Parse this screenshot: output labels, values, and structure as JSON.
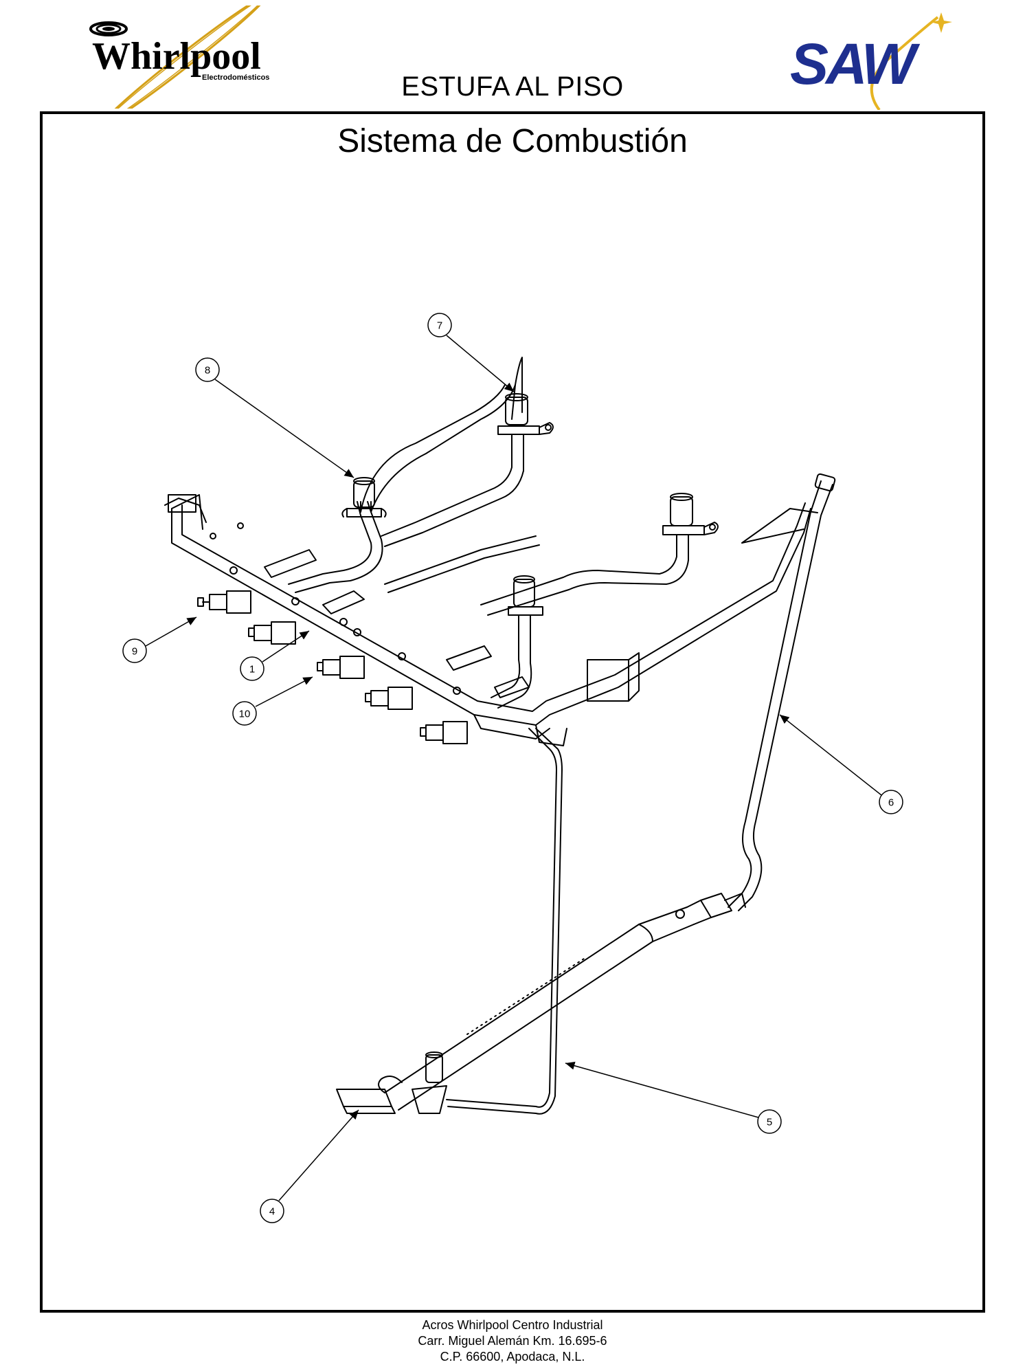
{
  "header": {
    "brand_left": "Whirlpool",
    "brand_left_sub": "Electrodomésticos",
    "brand_right": "SAW",
    "title": "ESTUFA AL PISO"
  },
  "diagram": {
    "title": "Sistema de Combustión",
    "callouts": [
      "7",
      "8",
      "9",
      "1",
      "10",
      "6",
      "5",
      "4"
    ]
  },
  "footer": {
    "line1": "Acros Whirlpool Centro Industrial",
    "line2": "Carr. Miguel Alemán Km. 16.695-6",
    "line3": "C.P. 66600, Apodaca, N.L."
  },
  "colors": {
    "line": "#000000",
    "whirlpool_gold": "#d4a017",
    "saw_blue": "#1e2f8f",
    "saw_star": "#e6b422"
  }
}
